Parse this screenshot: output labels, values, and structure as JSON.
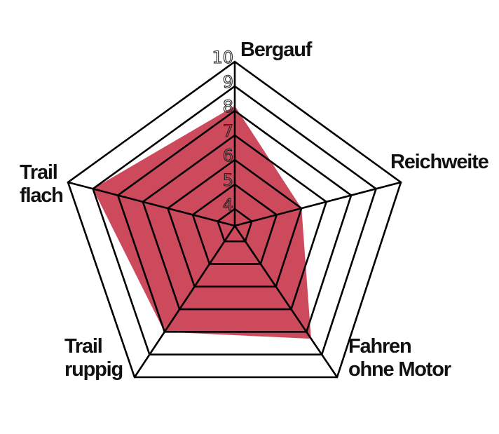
{
  "chart_data": {
    "type": "radar",
    "title": "",
    "axes": [
      "Bergauf",
      "Reichweite",
      "Fahren ohne Motor",
      "Trail ruppig",
      "Trail flach"
    ],
    "axis_label_lines": [
      [
        "Bergauf"
      ],
      [
        "Reichweite"
      ],
      [
        "Fahren",
        "ohne Motor"
      ],
      [
        "Trail",
        "ruppig"
      ],
      [
        "Trail",
        "flach"
      ]
    ],
    "values": [
      8.2,
      6,
      8.3,
      8,
      9
    ],
    "range": [
      3.3,
      10
    ],
    "rings": [
      4,
      5,
      6,
      7,
      8,
      9,
      10
    ],
    "tick_labels": [
      "4",
      "5",
      "6",
      "7",
      "8",
      "9",
      "10"
    ],
    "fill_color": "#cc4a5c",
    "grid": true,
    "legend": "none"
  }
}
